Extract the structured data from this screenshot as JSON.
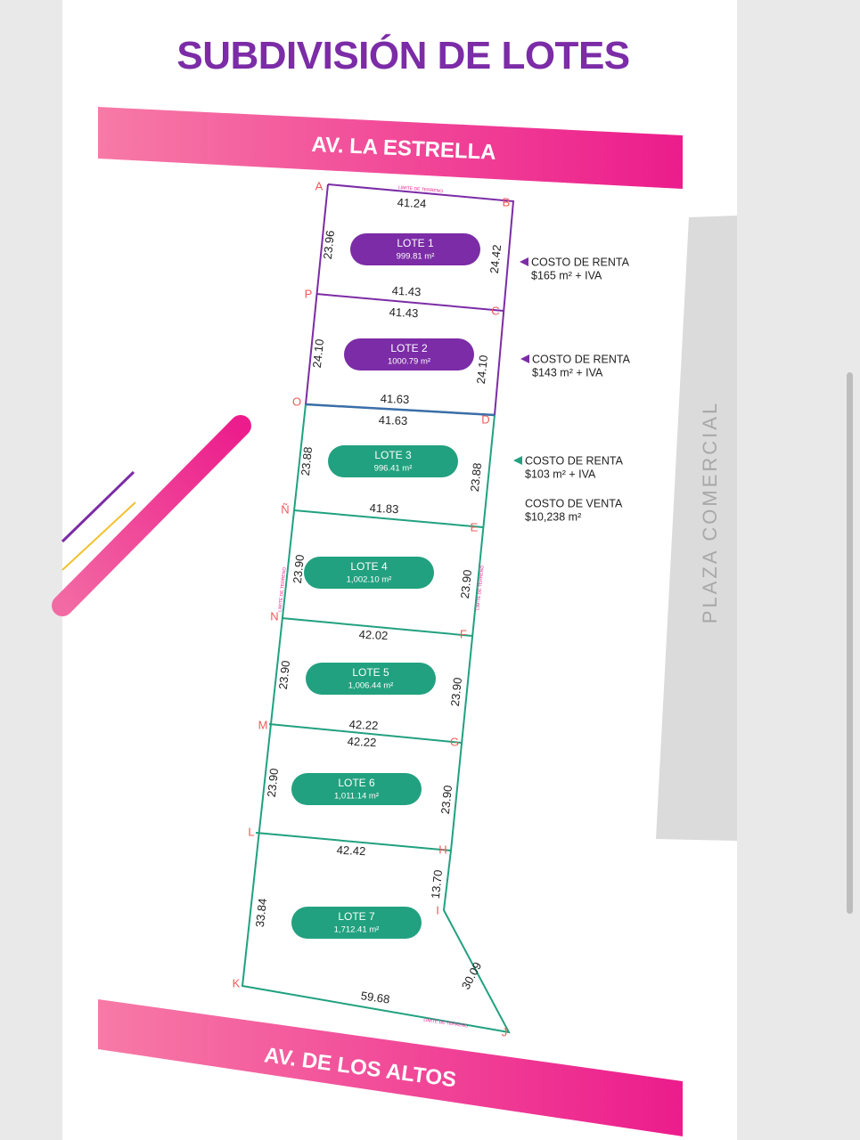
{
  "title": "SUBDIVISIÓN DE LOTES",
  "streets": {
    "top": "AV. LA ESTRELLA",
    "bottom": "AV. DE LOS ALTOS",
    "side": "PLAZA COMERCIAL"
  },
  "boundary_label": "LIMITE DE TERRENO",
  "colors": {
    "purple": "#7b2ca6",
    "green": "#21a17f",
    "magenta": "#ec1c8c",
    "pink_light": "#f77aa6",
    "pill_text": "#ffffff"
  },
  "vertices": [
    "A",
    "B",
    "P",
    "C",
    "O",
    "D",
    "Ñ",
    "E",
    "N",
    "F",
    "M",
    "G",
    "L",
    "H",
    "I",
    "K",
    "J"
  ],
  "lots": [
    {
      "name": "LOTE 1",
      "area": "999.81 m²",
      "color": "purple"
    },
    {
      "name": "LOTE 2",
      "area": "1000.79 m²",
      "color": "purple"
    },
    {
      "name": "LOTE 3",
      "area": "996.41 m²",
      "color": "green"
    },
    {
      "name": "LOTE 4",
      "area": "1,002.10 m²",
      "color": "green"
    },
    {
      "name": "LOTE 5",
      "area": "1,006.44 m²",
      "color": "green"
    },
    {
      "name": "LOTE 6",
      "area": "1,011.14 m²",
      "color": "green"
    },
    {
      "name": "LOTE 7",
      "area": "1,712.41 m²",
      "color": "green"
    }
  ],
  "dimensions": {
    "AB": "41.24",
    "AP": "23.96",
    "BC": "24.42",
    "PC_above": "41.43",
    "PC_below": "41.43",
    "PO": "24.10",
    "CD": "24.10",
    "OD_above": "41.63",
    "OD_below": "41.63",
    "OÑ": "23.88",
    "DE": "23.88",
    "ÑE": "41.83",
    "ÑN": "23.90",
    "EF": "23.90",
    "NF": "42.02",
    "NM": "23.90",
    "FG": "23.90",
    "MG_above": "42.22",
    "MG_below": "42.22",
    "ML": "23.90",
    "GH": "23.90",
    "LH": "42.42",
    "HI": "13.70",
    "LK": "33.84",
    "IJ": "30.09",
    "KJ": "59.68"
  },
  "notes": [
    {
      "lines": [
        "COSTO DE RENTA",
        "$165 m² + IVA"
      ],
      "color": "purple",
      "arrow": true
    },
    {
      "lines": [
        "COSTO DE RENTA",
        "$143 m² + IVA"
      ],
      "color": "purple",
      "arrow": true
    },
    {
      "lines": [
        "COSTO DE RENTA",
        "$103 m² + IVA"
      ],
      "color": "green",
      "arrow": true
    },
    {
      "lines": [
        "COSTO DE VENTA",
        "$10,238 m²"
      ],
      "color": "green",
      "arrow": false
    }
  ]
}
